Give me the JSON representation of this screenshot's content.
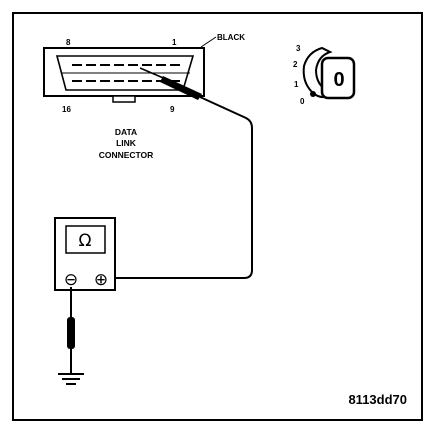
{
  "connector": {
    "color_label": "BLACK",
    "pin_labels": {
      "top_left": "8",
      "top_right": "1",
      "bottom_left": "16",
      "bottom_right": "9"
    },
    "caption_lines": [
      "DATA",
      "LINK",
      "CONNECTOR"
    ]
  },
  "ignition": {
    "positions": [
      "3",
      "2",
      "1",
      "0"
    ],
    "key_label": "0"
  },
  "meter": {
    "display_symbol": "Ω",
    "negative_terminal": "⊖",
    "positive_terminal": "⊕"
  },
  "figure_id": "8113dd70",
  "colors": {
    "ink": "#000000",
    "background": "#ffffff"
  }
}
